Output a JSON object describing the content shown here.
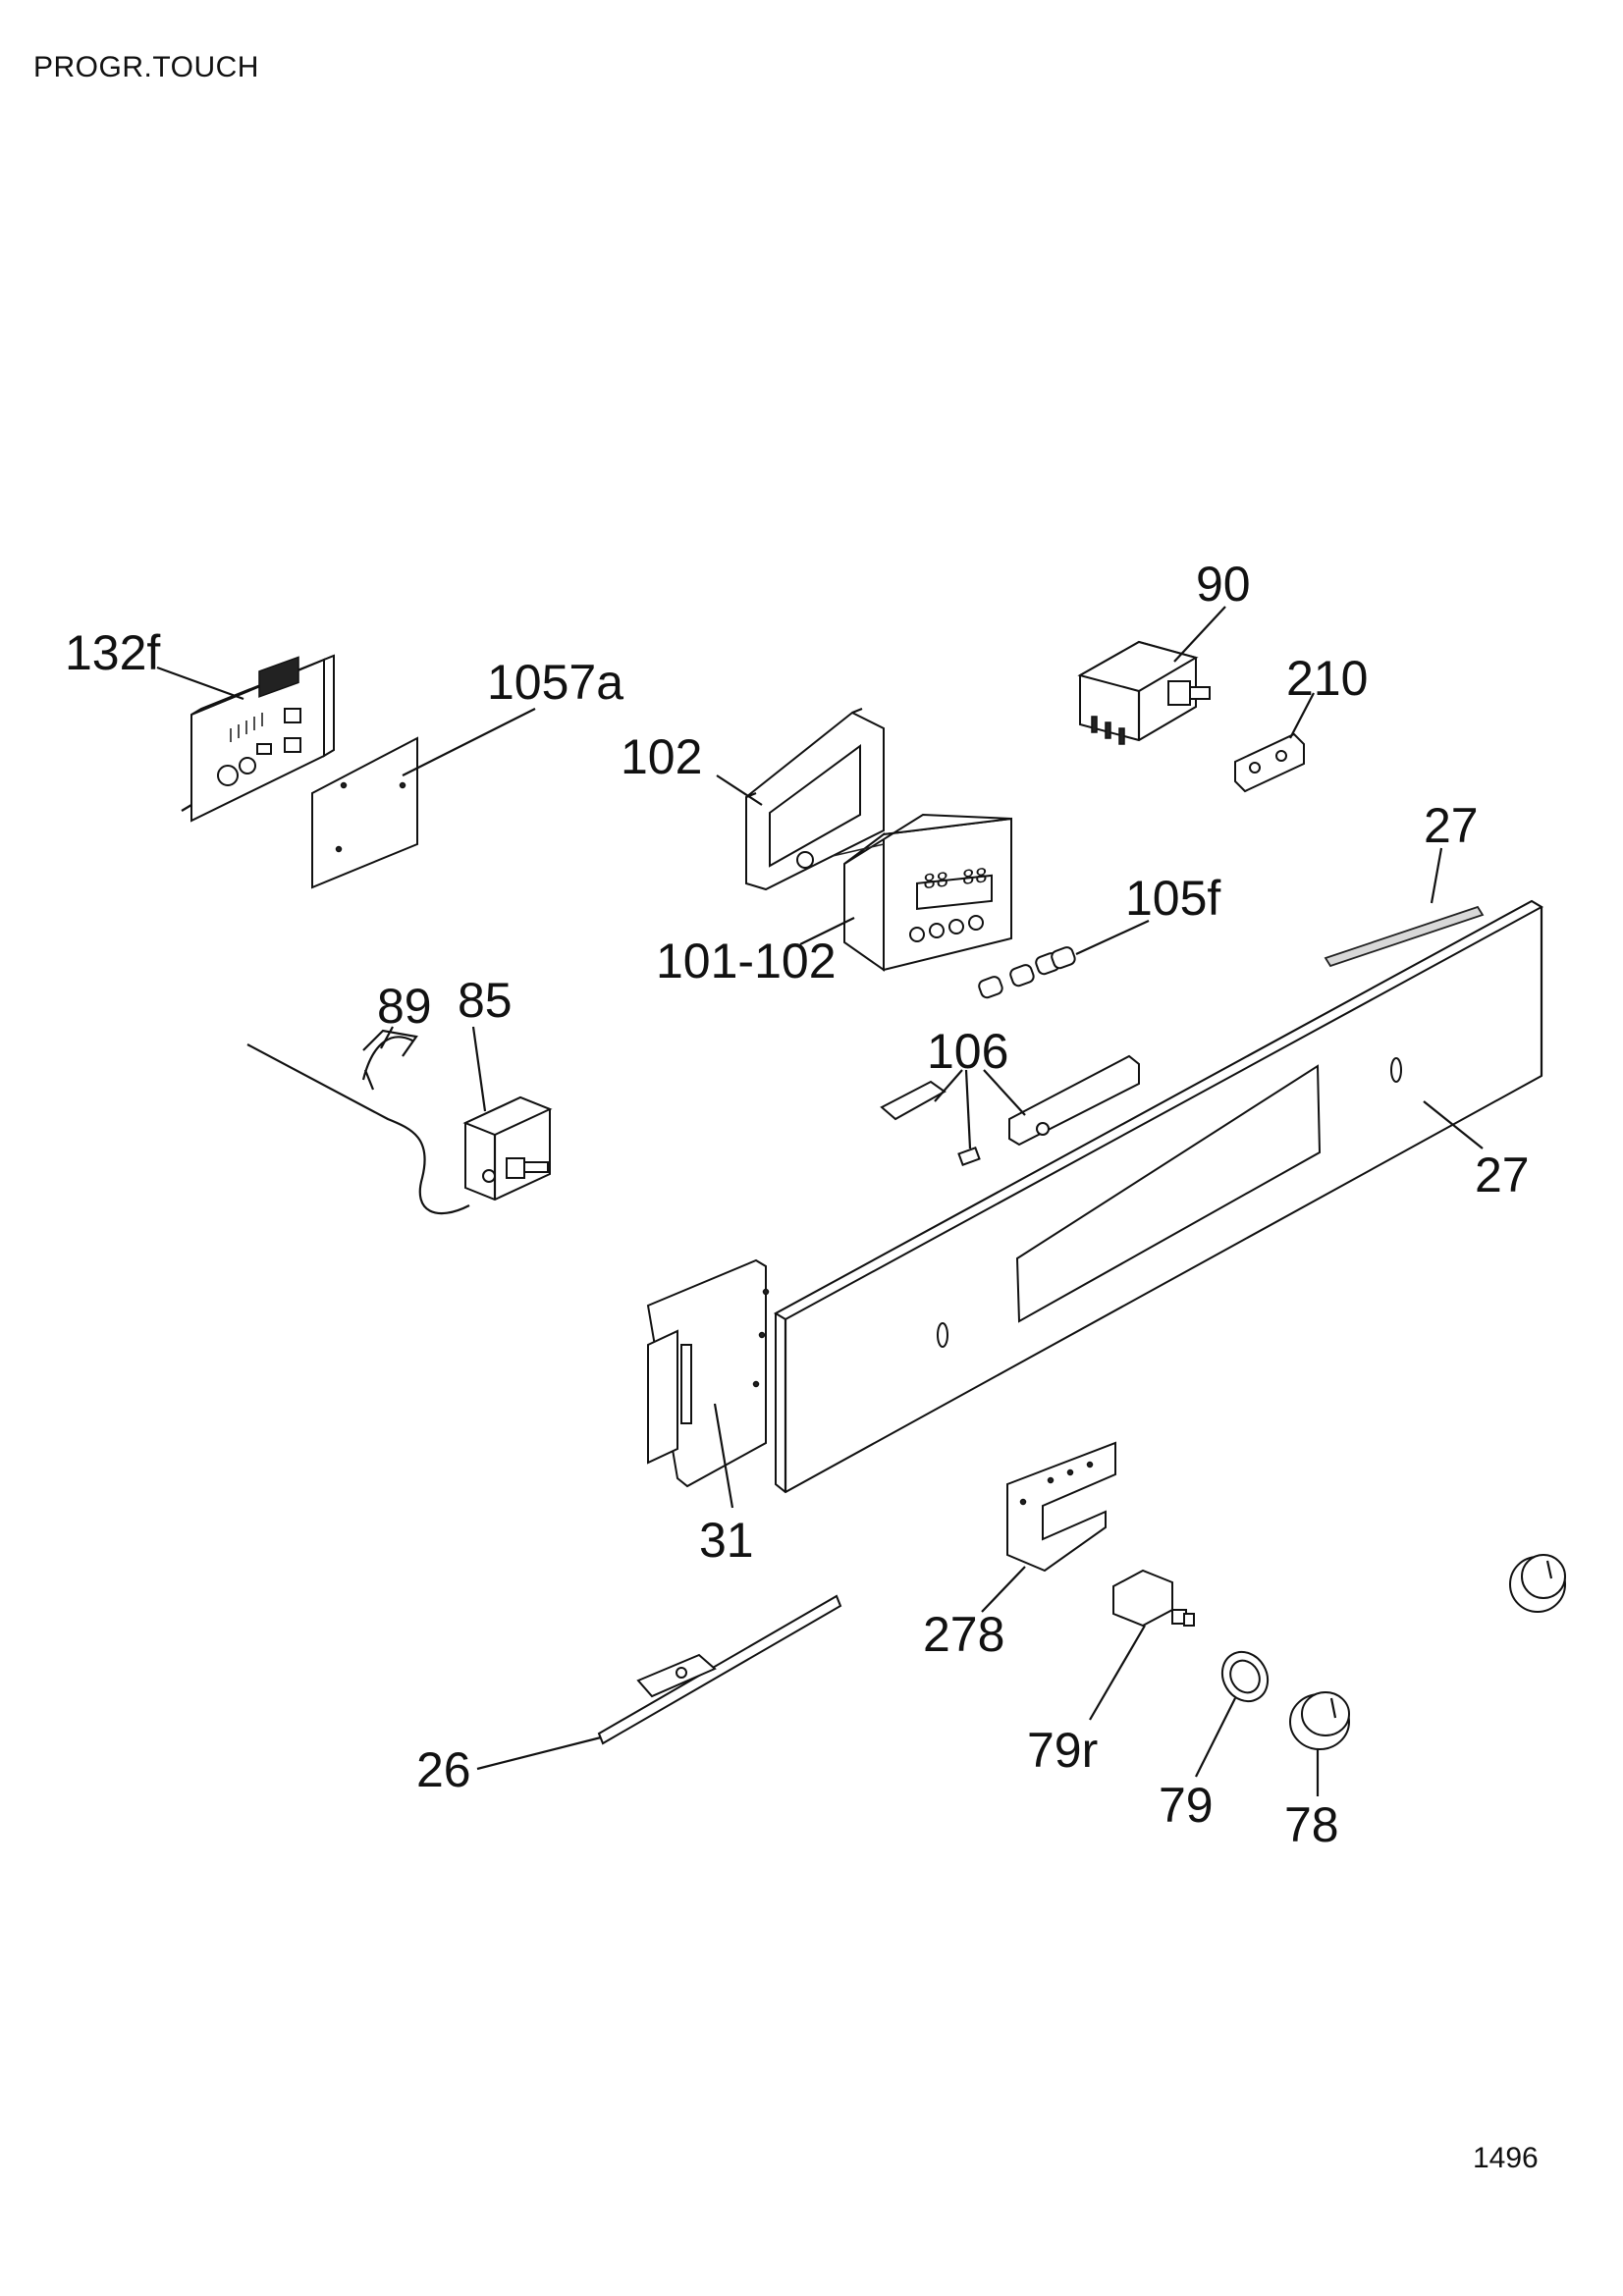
{
  "header": {
    "title": "PROGR.TOUCH"
  },
  "footer": {
    "page_number": "1496"
  },
  "callouts": {
    "c132f": "132f",
    "c1057a": "1057a",
    "c102": "102",
    "c101_102": "101-102",
    "c90": "90",
    "c210": "210",
    "c27_top": "27",
    "c105f": "105f",
    "c89": "89",
    "c85": "85",
    "c106": "106",
    "c27_panel": "27",
    "c31": "31",
    "c278": "278",
    "c26": "26",
    "c79r": "79r",
    "c79": "79",
    "c78": "78"
  },
  "display": {
    "digits": "88 88"
  }
}
